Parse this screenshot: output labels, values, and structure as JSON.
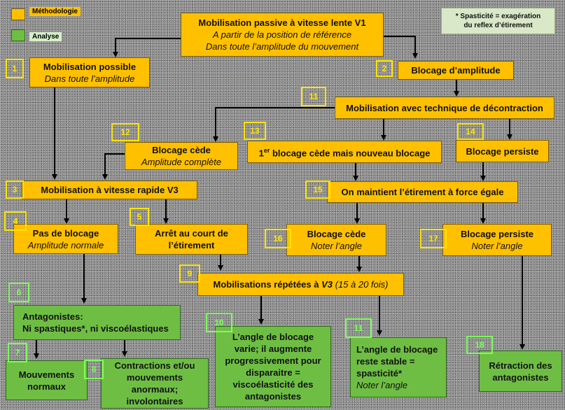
{
  "legend": {
    "methodologie": "Méthodologie",
    "analyse": "Analyse",
    "colors": {
      "methodologie": "#ffc000",
      "analyse": "#6fbe44"
    }
  },
  "note": {
    "line1": "* Spasticité  = exagération",
    "line2": "du reflex d’étirement"
  },
  "boxes": {
    "v1": {
      "title": "Mobilisation passive à vitesse lente V1",
      "l2": "A partir de la position de référence",
      "l3": "Dans toute l’amplitude du mouvement"
    },
    "b1": {
      "title": "Mobilisation  possible",
      "sub": "Dans toute l’amplitude",
      "num": "1"
    },
    "b2": {
      "title": "Blocage d’amplitude",
      "num": "2"
    },
    "b11": {
      "title": "Mobilisation avec technique de décontraction",
      "num": "11"
    },
    "b12": {
      "title": "Blocage cède",
      "sub": "Amplitude complète",
      "num": "12"
    },
    "b13": {
      "pre": "1",
      "sup": "er",
      "title": " blocage cède mais nouveau blocage",
      "num": "13"
    },
    "b14": {
      "title": "Blocage persiste",
      "num": "14"
    },
    "b3": {
      "title": "Mobilisation à vitesse rapide V3",
      "num": "3"
    },
    "b15": {
      "title": "On maintient l’étirement à force égale",
      "num": "15"
    },
    "b4": {
      "title": "Pas de blocage",
      "sub": "Amplitude normale",
      "num": "4"
    },
    "b5": {
      "l1": "Arrêt au court de",
      "l2": "l’étirement",
      "num": "5"
    },
    "b16": {
      "title": "Blocage cède",
      "sub": "Noter l’angle",
      "num": "16"
    },
    "b17": {
      "title": "Blocage persiste",
      "sub": "Noter l’angle",
      "num": "17"
    },
    "b9": {
      "title": "Mobilisations répétées à ",
      "v3": "V3",
      "rest": " (15 à 20 fois)",
      "num": "9"
    },
    "b6": {
      "l1": "Antagonistes:",
      "l2": "Ni spastiques*, ni viscoélastiques",
      "num": "6"
    },
    "b7": {
      "l1": "Mouvements",
      "l2": "normaux",
      "num": "7"
    },
    "b8": {
      "l1": "Contractions et/ou",
      "l2": "mouvements",
      "l3": "anormaux;",
      "l4": "involontaires",
      "num": "8"
    },
    "b10": {
      "l1": "L’angle de blocage",
      "l2": "varie; il augmente",
      "l3": "progressivement pour",
      "l4": "disparaitre =",
      "l5": "viscoélasticité des",
      "l6": "antagonistes",
      "num": "10"
    },
    "b10b": {
      "l1": "L’angle de blocage",
      "l2": "reste stable =",
      "l3": "spasticité*",
      "l4": "Noter l’angle",
      "num": "11"
    },
    "b18": {
      "l1": "Rétraction des",
      "l2": "antagonistes",
      "num": "18"
    }
  }
}
